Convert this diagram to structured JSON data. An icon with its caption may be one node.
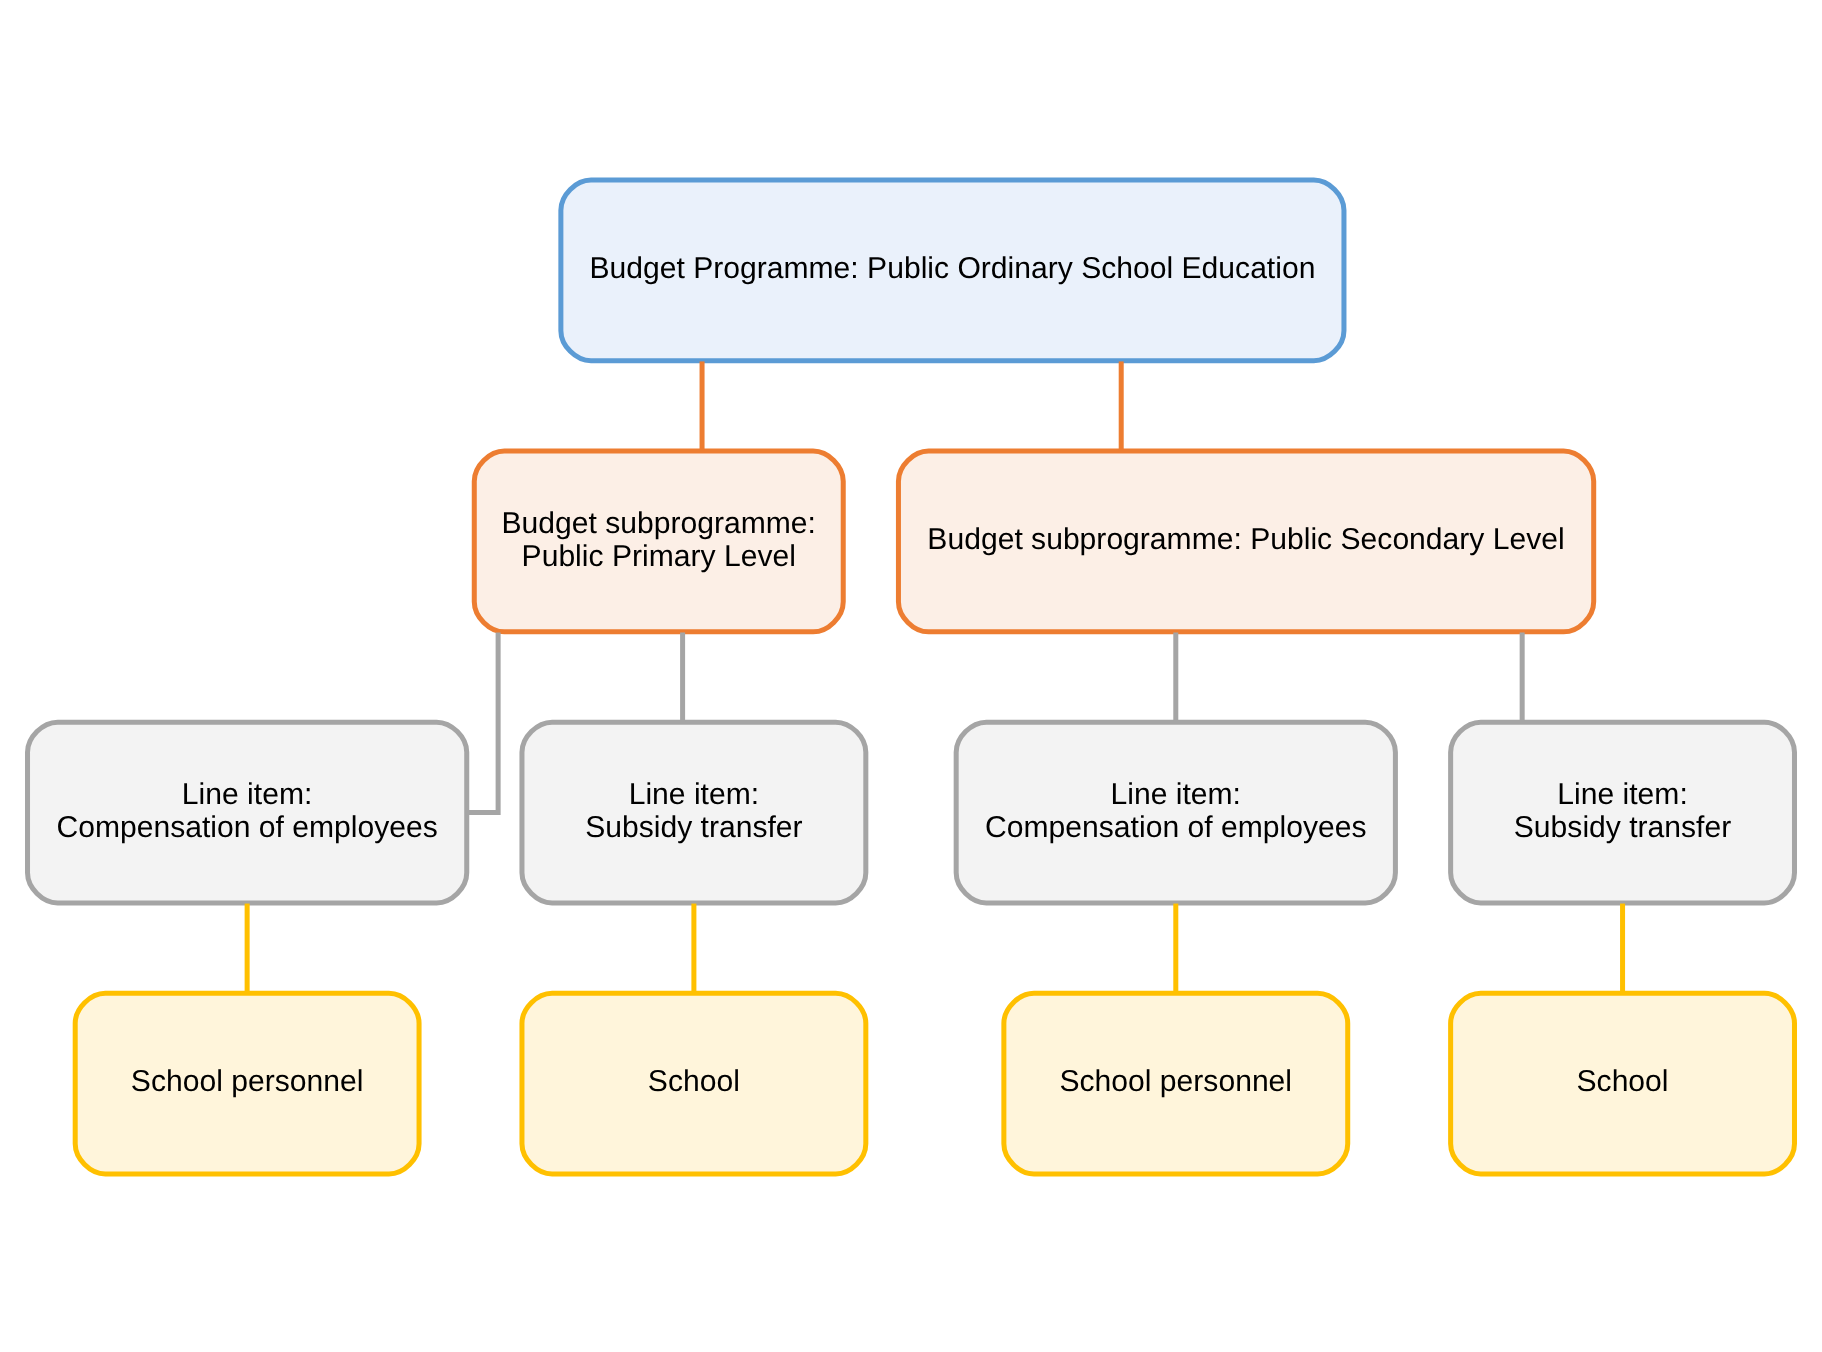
{
  "diagram": {
    "nodes": [
      {
        "text": [
          "Budget Programme: Public Ordinary School Education"
        ]
      },
      {
        "text": [
          "Budget subprogramme:",
          "Public Primary Level"
        ]
      },
      {
        "text": [
          "Budget subprogramme: Public Secondary Level"
        ]
      },
      {
        "text": [
          "Line item:",
          "Compensation of employees"
        ]
      },
      {
        "text": [
          "Line item:",
          "Subsidy transfer"
        ]
      },
      {
        "text": [
          "Line item:",
          "Compensation of employees"
        ]
      },
      {
        "text": [
          "Line item:",
          "Subsidy transfer"
        ]
      },
      {
        "text": [
          "School personnel"
        ]
      },
      {
        "text": [
          "School"
        ]
      },
      {
        "text": [
          "School personnel"
        ]
      },
      {
        "text": [
          "School"
        ]
      }
    ],
    "edges": [
      {
        "from": 0,
        "to": 1,
        "arrow": "none",
        "color": "#ed7d31"
      },
      {
        "from": 0,
        "to": 2,
        "arrow": "none",
        "color": "#ed7d31"
      },
      {
        "from": 1,
        "to": 3,
        "arrow": "none"
      },
      {
        "from": 1,
        "to": 4,
        "arrow": "none"
      },
      {
        "from": 2,
        "to": 5,
        "arrow": "none"
      },
      {
        "from": 2,
        "to": 6,
        "arrow": "none"
      },
      {
        "from": 3,
        "to": 7,
        "arrow": "none",
        "color": "#ffc000"
      },
      {
        "from": 4,
        "to": 8,
        "arrow": "none",
        "color": "#ffc000"
      },
      {
        "from": 5,
        "to": 9,
        "arrow": "none",
        "color": "#ffc000"
      },
      {
        "from": 6,
        "to": 10,
        "arrow": "none",
        "color": "#ffc000"
      }
    ]
  }
}
